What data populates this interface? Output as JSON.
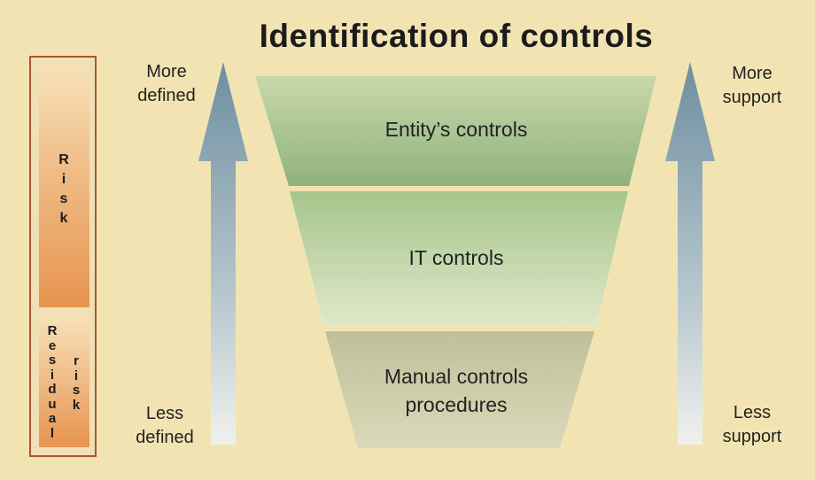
{
  "title": "Identification of controls",
  "risk_bar": {
    "risk_letters": [
      "R",
      "i",
      "s",
      "k"
    ],
    "residual_letters": [
      "R",
      "e",
      "s",
      "i",
      "d",
      "u",
      "a",
      "l"
    ],
    "residual_risk_letters": [
      "r",
      "i",
      "s",
      "k"
    ]
  },
  "left_arrow": {
    "top_label": [
      "More",
      "defined"
    ],
    "bottom_label": [
      "Less",
      "defined"
    ]
  },
  "right_arrow": {
    "top_label": [
      "More",
      "support"
    ],
    "bottom_label": [
      "Less",
      "support"
    ]
  },
  "funnel": {
    "layers": [
      {
        "label_lines": [
          "Entity’s controls"
        ],
        "color_top": "#c9d7a9",
        "color_bottom": "#8fb27f"
      },
      {
        "label_lines": [
          "IT controls"
        ],
        "color_top": "#a6c68d",
        "color_bottom": "#dfe7c9"
      },
      {
        "label_lines": [
          "Manual controls",
          "procedures"
        ],
        "color_top": "#bfc09a",
        "color_bottom": "#dad9b9"
      }
    ]
  },
  "colors": {
    "background": "#f2e4b2",
    "risk_border": "#b0552d",
    "arrow_top": "#6f8ea0",
    "arrow_bottom": "#f0f1ee"
  }
}
